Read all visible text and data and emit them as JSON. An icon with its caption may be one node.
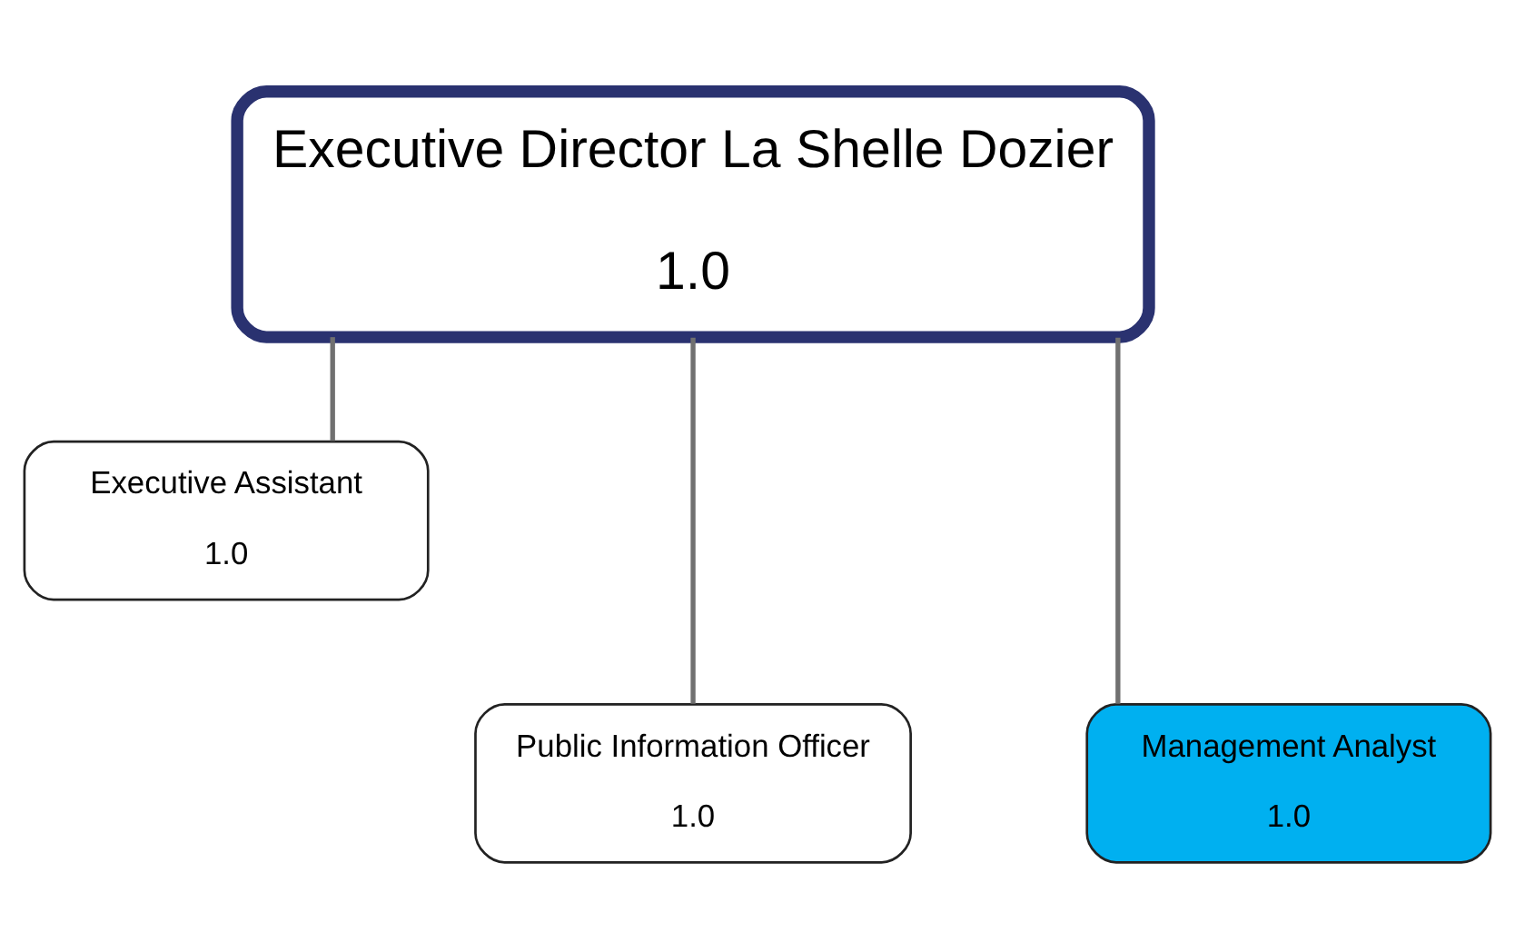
{
  "diagram": {
    "nodes": [
      {
        "text": [
          "Executive Director La Shelle Dozier",
          "1.0"
        ]
      },
      {
        "text": [
          "Executive Assistant",
          "1.0"
        ]
      },
      {
        "text": [
          "Public Information Officer",
          "1.0"
        ]
      },
      {
        "text": [
          "Management Analyst",
          "1.0"
        ]
      }
    ],
    "edges": [
      {
        "from": 0,
        "to": 1,
        "arrow": "none"
      },
      {
        "from": 0,
        "to": 2,
        "arrow": "none"
      },
      {
        "from": 0,
        "to": 3,
        "arrow": "none"
      }
    ]
  }
}
